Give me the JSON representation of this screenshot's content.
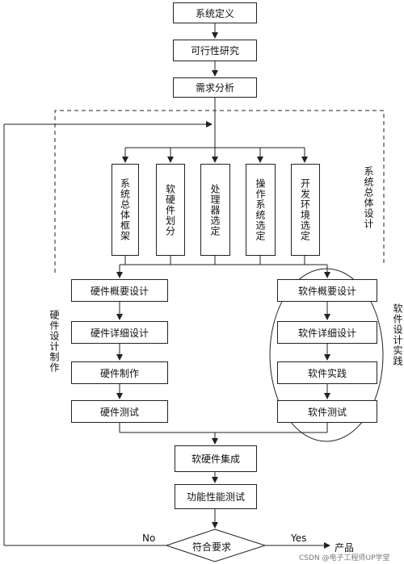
{
  "boxes": {
    "system_definition": "系统定义",
    "feasibility_study": "可行性研究",
    "requirements_analysis": "需求分析",
    "hw_overview_design": "硬件概要设计",
    "hw_detail_design": "硬件详细设计",
    "hw_fabrication": "硬件制作",
    "hw_testing": "硬件测试",
    "sw_overview_design": "软件概要设计",
    "sw_detail_design": "软件详细设计",
    "sw_practice": "软件实践",
    "sw_testing": "软件测试",
    "hw_sw_integration": "软硬件集成",
    "function_performance_test": "功能性能测试"
  },
  "vertical_boxes": {
    "system_architecture": "系统总体框架",
    "hw_sw_partition": "软硬件划分",
    "processor_selection": "处理器选定",
    "os_selection": "操作系统选定",
    "dev_env_selection": "开发环境选定"
  },
  "decision": "符合要求",
  "side_labels": {
    "system_overall_design": "系统总体设计",
    "hw_design_fabrication": "硬件设计制作",
    "sw_design_practice": "软件设计实践"
  },
  "edge_labels": {
    "no": "No",
    "yes": "Yes",
    "product": "产品"
  },
  "watermark": "CSDN @电子工程师UP学堂"
}
